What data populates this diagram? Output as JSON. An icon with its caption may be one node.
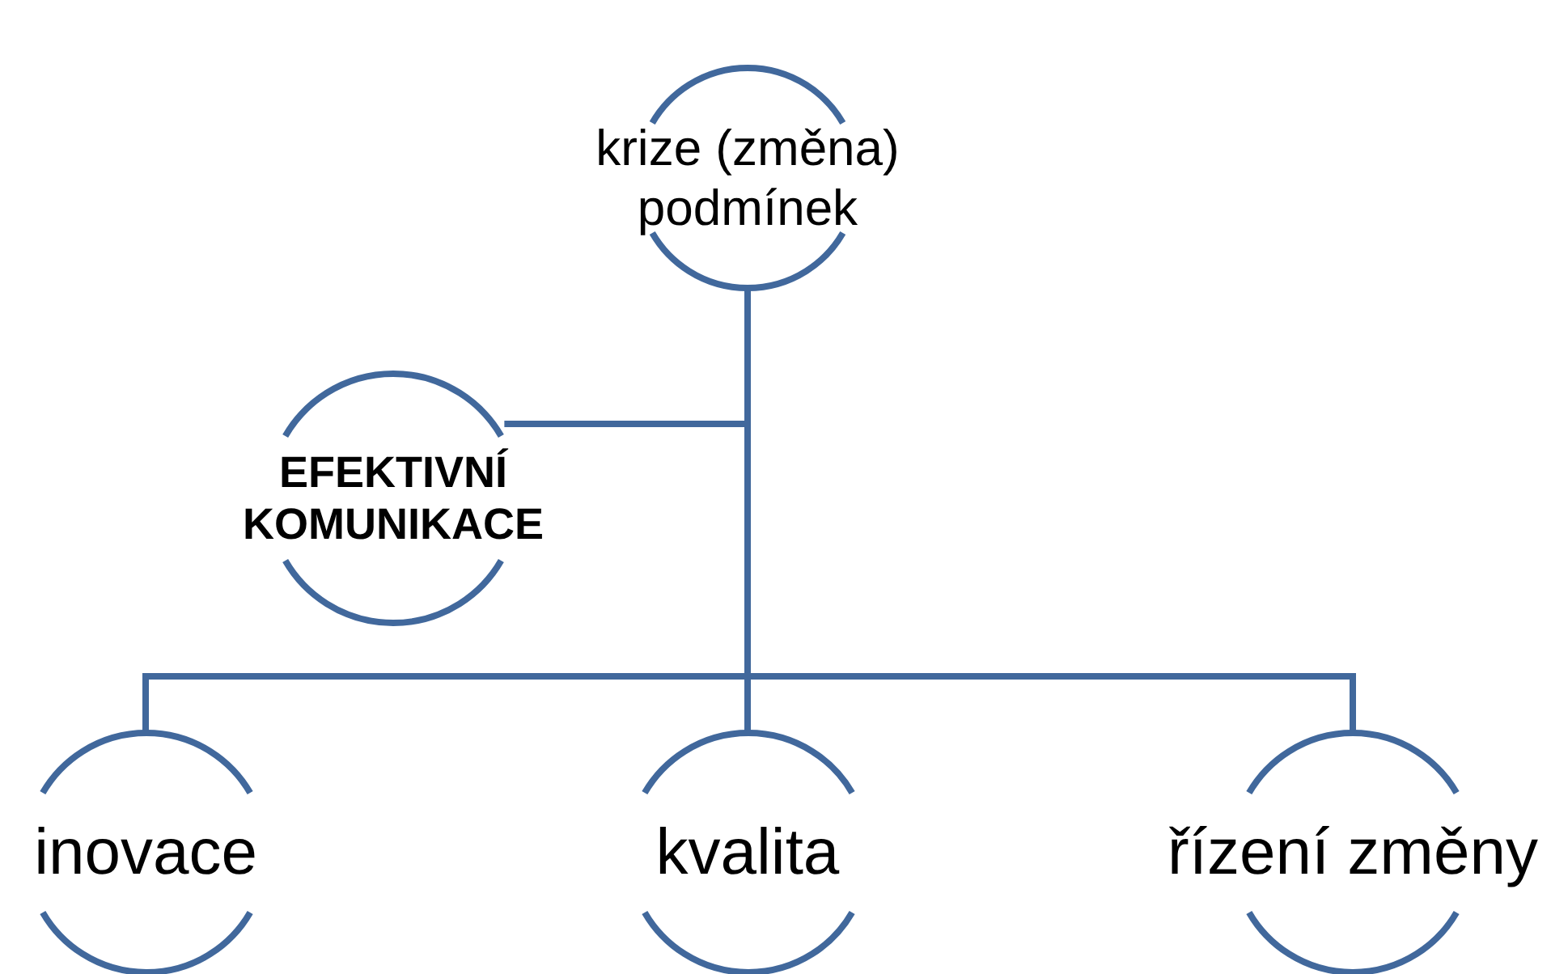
{
  "diagram": {
    "nodes": [
      {
        "text": [
          "krize (změna) podmínek"
        ]
      },
      {
        "text": [
          "EFEKTIVNÍ KOMUNIKACE"
        ]
      },
      {
        "text": [
          "inovace"
        ]
      },
      {
        "text": [
          "kvalita"
        ]
      },
      {
        "text": [
          "řízení změny"
        ]
      }
    ],
    "edges": [
      {
        "from": 0,
        "to": 2,
        "arrow": "none"
      },
      {
        "from": 0,
        "to": 3,
        "arrow": "none"
      },
      {
        "from": 0,
        "to": 4,
        "arrow": "none"
      },
      {
        "from": 1,
        "to": 0,
        "arrow": "none"
      }
    ]
  }
}
